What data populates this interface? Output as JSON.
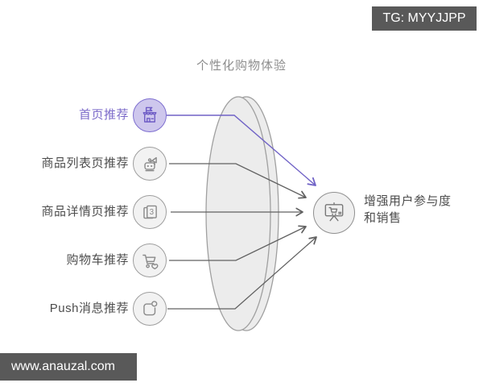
{
  "watermarks": {
    "tg_badge": "TG: MYYJJPP",
    "url_badge": "www.anauzal.com"
  },
  "diagram": {
    "title": "个性化购物体验",
    "sources": [
      {
        "label": "首页推荐",
        "icon": "storefront-icon",
        "highlighted": true
      },
      {
        "label": "商品列表页推荐",
        "icon": "megaphone-robot-icon",
        "highlighted": false
      },
      {
        "label": "商品详情页推荐",
        "icon": "stacked-pages-icon",
        "icon_badge": "3",
        "highlighted": false
      },
      {
        "label": "购物车推荐",
        "icon": "cart-heart-icon",
        "highlighted": false
      },
      {
        "label": "Push消息推荐",
        "icon": "notification-icon",
        "highlighted": false
      }
    ],
    "outcome": {
      "line1": "增强用户参与度",
      "line2": "和销售",
      "icon": "presentation-cart-icon"
    },
    "colors": {
      "accent_purple": "#7062c6",
      "accent_fill": "#cec7ed",
      "accent_text": "#7b6ac9",
      "gray_line": "#616161",
      "node_fill": "#f2f2f2",
      "node_border": "#9e9e9e",
      "lens_fill": "#ececec",
      "lens_stroke": "#a0a0a0",
      "badge_bg": "#595959",
      "label_text": "#4d4d4d",
      "title_text": "#8d8d8d"
    }
  }
}
